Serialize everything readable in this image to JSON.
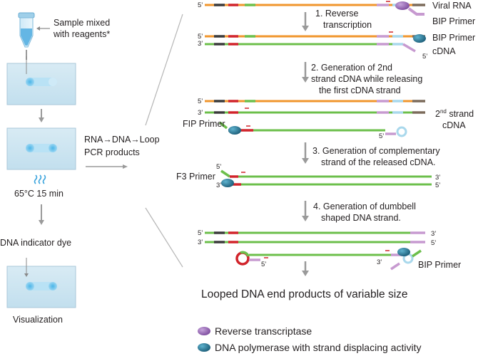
{
  "left_panel": {
    "sample_label_line1": "Sample mixed",
    "sample_label_line2": "with reagents*",
    "heat_label": "65°C 15 min",
    "dye_label": "DNA indicator dye",
    "visualization_label": "Visualization",
    "products_line1": "RNA→DNA→Loop",
    "products_line2": "PCR products"
  },
  "strand_ends": {
    "five_prime": "5’",
    "three_prime": "3’"
  },
  "labels": {
    "viral_rna": "Viral RNA",
    "bip_primer": "BIP Primer",
    "cdna": "cDNA",
    "second_strand_line1": "2nd strand",
    "second_strand_sup": "nd",
    "second_strand_line1_base": "2",
    "second_strand_line1_rest": " strand",
    "second_strand_line2": "cDNA",
    "fip_primer": "FIP Primer",
    "f3_primer": "F3 Primer"
  },
  "steps": {
    "step1_line1": "1. Reverse",
    "step1_line2": "transcription",
    "step2_line1": "2. Generation of 2nd",
    "step2_line2": "strand cDNA while releasing",
    "step2_line3": "the first cDNA strand",
    "step3_line1": "3. Generation of complementary",
    "step3_line2": "strand of the released cDNA.",
    "step4_line1": "4. Generation of dumbbell",
    "step4_line2": "shaped DNA strand."
  },
  "result": "Looped DNA end products of variable size",
  "legend": {
    "reverse_transcriptase": "Reverse transcriptase",
    "dna_polymerase": "DNA polymerase with strand displacing activity"
  },
  "colors": {
    "rna": "#f0962d",
    "dna": "#6cbf4b",
    "black_seg": "#3a3a3a",
    "red_seg": "#d1242b",
    "violet_seg": "#c79ad0",
    "lightblue_seg": "#a9d8ec",
    "primer_tail": "#9b8b7e",
    "arrow": "#9a9a9a",
    "enzyme_rt": "#8e5cae",
    "enzyme_pol": "#1f6d8a"
  }
}
